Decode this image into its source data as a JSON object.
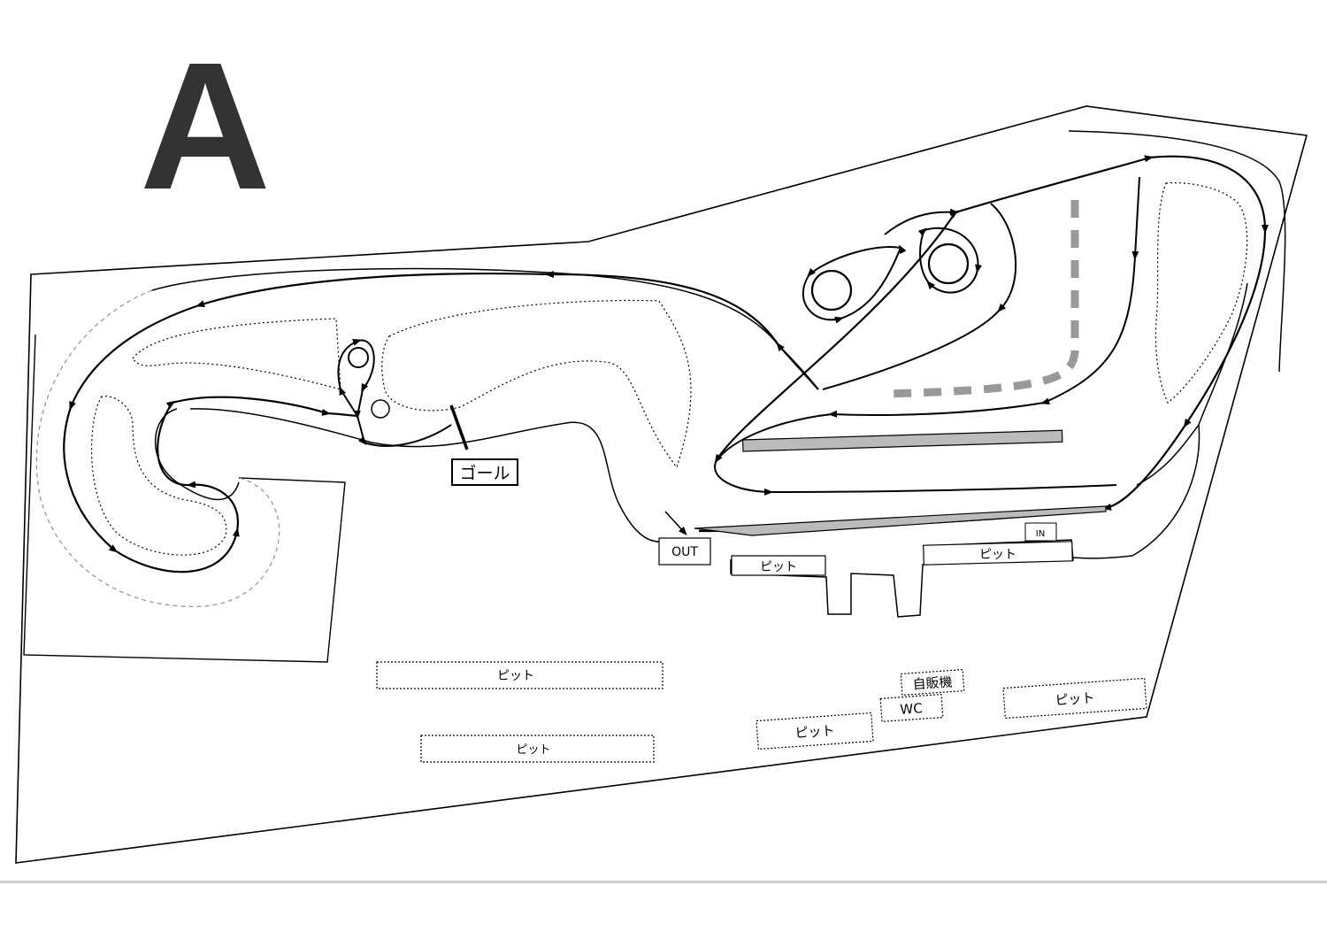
{
  "course_letter": "A",
  "labels": {
    "goal": "ゴール",
    "out": "OUT",
    "in": "IN",
    "pit": "ピット",
    "vending": "自販機",
    "wc": "WC"
  },
  "colors": {
    "line": "#000000",
    "letter": "#333333",
    "gray_marker": "#999999",
    "bar_fill": "#bbbbbb",
    "dashed_outline": "#999999"
  }
}
